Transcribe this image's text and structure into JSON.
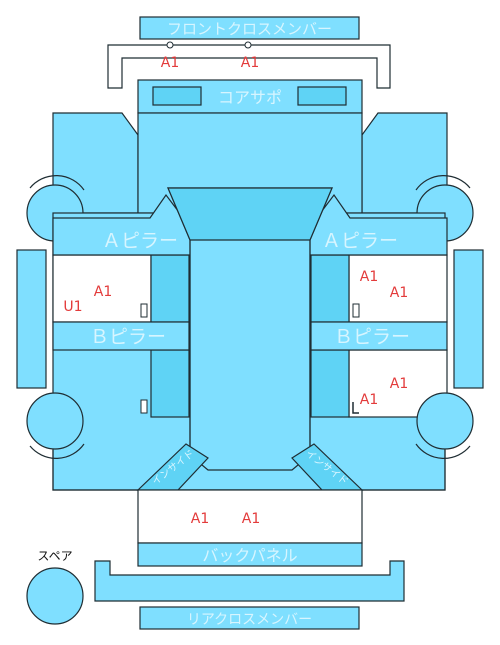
{
  "labels": {
    "front_cross_member": "フロントクロスメンバー",
    "core_support": "コアサポ",
    "a_pillar_left": "Ａピラー",
    "a_pillar_right": "Ａピラー",
    "b_pillar_left": "Ｂピラー",
    "b_pillar_right": "Ｂピラー",
    "back_panel": "バックパネル",
    "rear_cross_member": "リアクロスメンバー",
    "spare": "スペア",
    "inside_left": "インサイド",
    "inside_right": "インサイド"
  },
  "marks": {
    "front_1": "A1",
    "front_2": "A1",
    "left_upper": "A1",
    "left_upper_u": "U1",
    "right_upper_1": "A1",
    "right_upper_2": "A1",
    "right_lower_1": "A1",
    "right_lower_2": "A1",
    "rear_1": "A1",
    "rear_2": "A1"
  },
  "colors": {
    "panel": "#7fdfff",
    "panel_dark": "#5fd3f5",
    "outline": "#1f2d33",
    "mark": "#e33b3b"
  }
}
